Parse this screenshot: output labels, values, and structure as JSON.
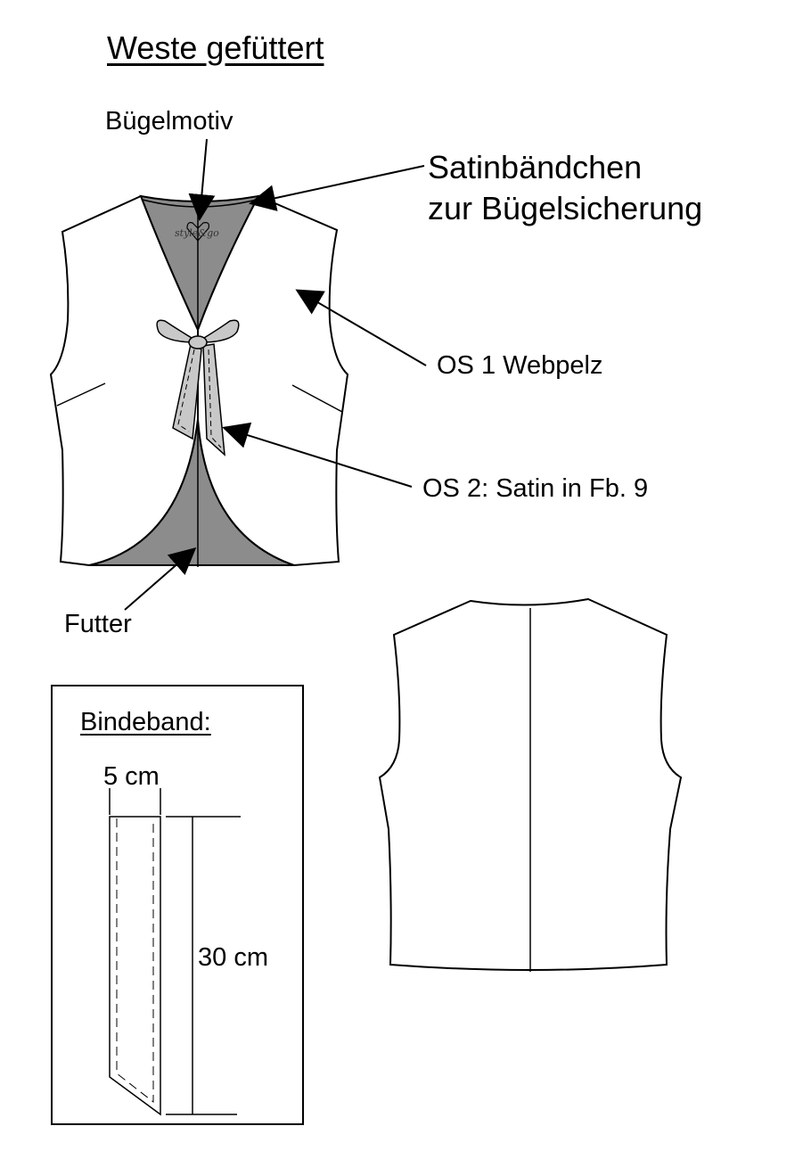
{
  "title": "Weste gefüttert",
  "labels": {
    "motif": "Bügelmotiv",
    "satin_ribbon_line1": "Satinbändchen",
    "satin_ribbon_line2": "zur Bügelsicherung",
    "outer_fabric_1": "OS 1 Webpelz",
    "outer_fabric_2": "OS 2: Satin in Fb. 9",
    "lining": "Futter"
  },
  "logo_text": "style&go",
  "tie_band": {
    "title": "Bindeband:",
    "width": "5 cm",
    "length": "30 cm"
  },
  "colors": {
    "lining_gray": "#8c8c8c",
    "tie_gray": "#c8c8c8",
    "line": "#000000"
  }
}
